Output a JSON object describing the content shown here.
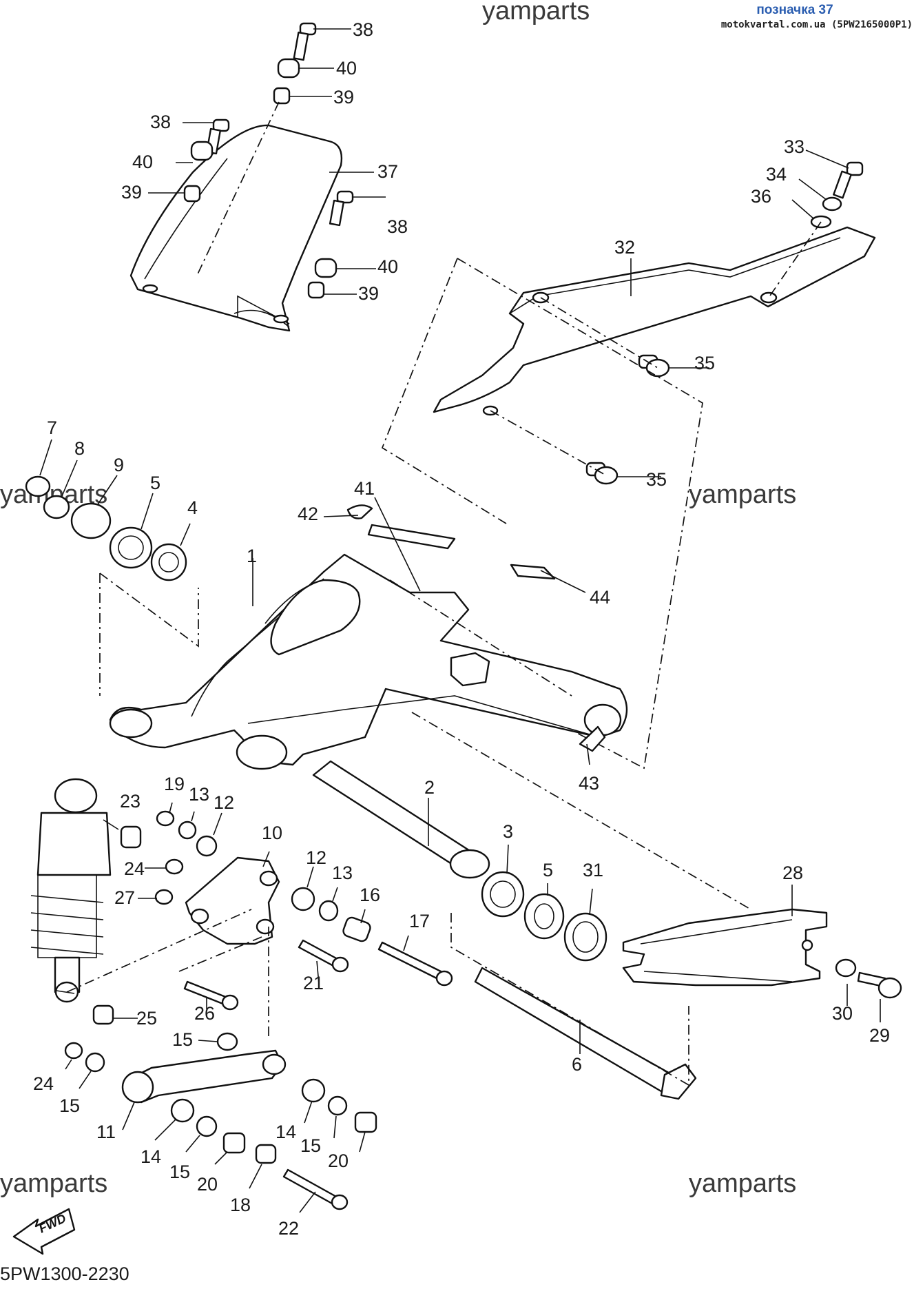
{
  "header": {
    "tag": "позначка 37",
    "source": "motokvartal.com.ua (5PW2165000P1)"
  },
  "watermark": "yamparts",
  "diagram_code": "5PW1300-2230",
  "direction_label": "FWD",
  "callouts": [
    "1",
    "2",
    "3",
    "4",
    "5",
    "6",
    "7",
    "8",
    "9",
    "10",
    "11",
    "12",
    "13",
    "14",
    "15",
    "16",
    "17",
    "18",
    "19",
    "20",
    "21",
    "22",
    "23",
    "24",
    "25",
    "26",
    "27",
    "28",
    "29",
    "30",
    "31",
    "32",
    "33",
    "34",
    "35",
    "36",
    "37",
    "38",
    "39",
    "40",
    "41",
    "42",
    "43",
    "44"
  ]
}
